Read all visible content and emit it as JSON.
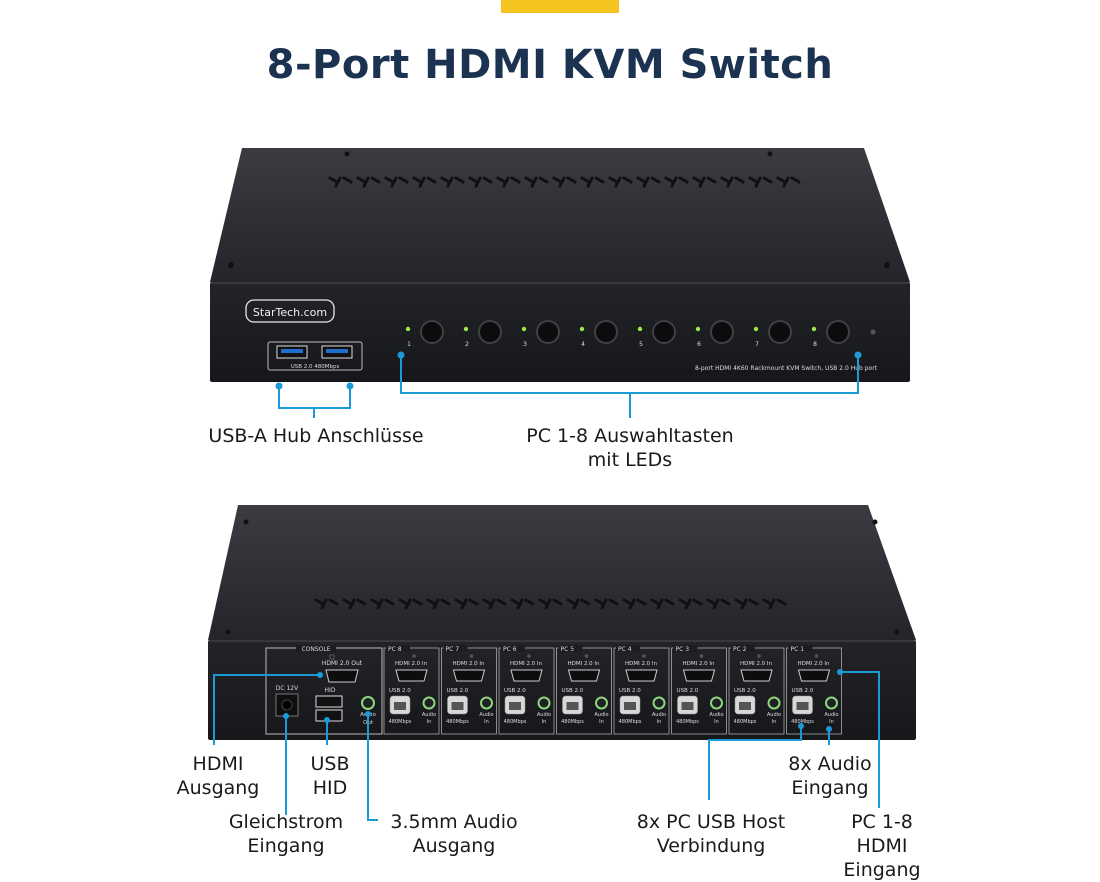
{
  "header": {
    "title": "8-Port HDMI KVM Switch",
    "accent_color": "#f5c31d"
  },
  "front": {
    "logo": "StarTech.com",
    "usb_ports_caption": "USB 2.0 480Mbps",
    "port_numbers": [
      "1",
      "2",
      "3",
      "4",
      "5",
      "6",
      "7",
      "8"
    ],
    "model_text": "8-port HDMI 4K60 Rackmount KVM Switch, USB 2.0 Hub port"
  },
  "back": {
    "console_label": "CONSOLE",
    "hdmi_out": "HDMI 2.0 Out",
    "hid": "HID",
    "dc": "DC 12V",
    "audio_out": [
      "Audio",
      "Out"
    ],
    "pcs": [
      "PC 8",
      "PC 7",
      "PC 6",
      "PC 5",
      "PC 4",
      "PC 3",
      "PC 2",
      "PC 1"
    ],
    "hdmi_in": "HDMI 2.0 In",
    "usb20": "USB 2.0",
    "mbps": "480Mbps",
    "audio_in": [
      "Audio",
      "In"
    ]
  },
  "callouts": {
    "usb_hub": "USB-A Hub Anschlüsse",
    "pc_select": [
      "PC 1-8 Auswahltasten",
      "mit LEDs"
    ],
    "hdmi_out": [
      "HDMI",
      "Ausgang"
    ],
    "usb_hid": [
      "USB",
      "HID"
    ],
    "dc_in": [
      "Gleichstrom",
      "Eingang"
    ],
    "audio_out": [
      "3.5mm Audio",
      "Ausgang"
    ],
    "usb_host": [
      "8x PC USB Host",
      "Verbindung"
    ],
    "audio_in": [
      "8x Audio",
      "Eingang"
    ],
    "hdmi_in": [
      "PC 1-8",
      "HDMI",
      "Eingang"
    ]
  },
  "colors": {
    "callout_line": "#1a9ad6",
    "device_body": "#2a2c30",
    "led": "#9be84a"
  }
}
